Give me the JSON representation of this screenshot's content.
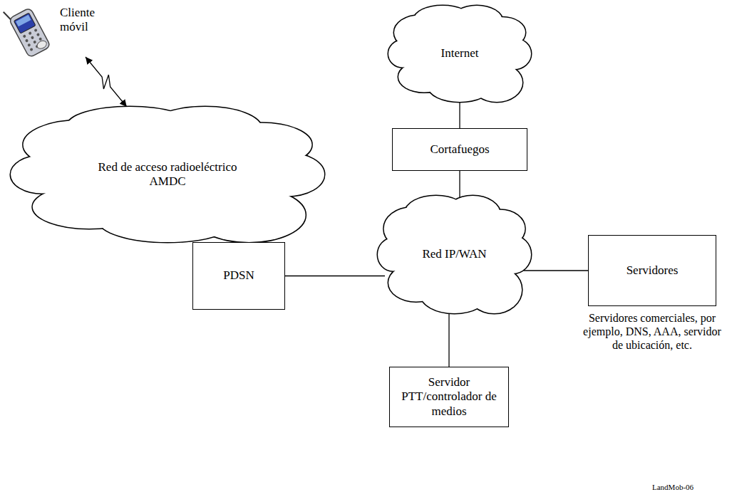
{
  "diagram": {
    "nodes": [
      {
        "text": [
          "Cliente móvil"
        ]
      },
      {
        "text": [
          "Internet"
        ]
      },
      {
        "text": [
          "Red de acceso radioeléctrico AMDC"
        ]
      },
      {
        "text": [
          "Cortafuegos"
        ]
      },
      {
        "text": [
          "Red IP/WAN"
        ]
      },
      {
        "text": [
          "PDSN"
        ]
      },
      {
        "text": [
          "Servidores",
          "Servidores comerciales, por ejemplo, DNS, AAA, servidor de ubicación, etc."
        ]
      },
      {
        "text": [
          "Servidor PTT/controlador de medios"
        ]
      }
    ],
    "edges": [
      {
        "from": 0,
        "to": 2,
        "arrow": "both"
      },
      {
        "from": 1,
        "to": 3,
        "arrow": "none"
      },
      {
        "from": 3,
        "to": 4,
        "arrow": "none"
      },
      {
        "from": 2,
        "to": 5,
        "arrow": "none"
      },
      {
        "from": 5,
        "to": 4,
        "arrow": "none"
      },
      {
        "from": 4,
        "to": 6,
        "arrow": "none"
      },
      {
        "from": 4,
        "to": 7,
        "arrow": "none"
      }
    ],
    "labels": [
      "LandMob-06"
    ]
  }
}
